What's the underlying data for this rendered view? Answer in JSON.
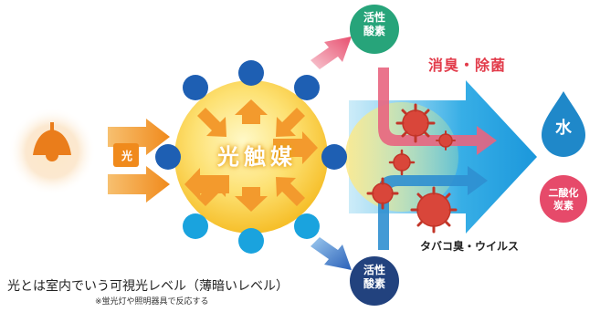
{
  "labels": {
    "light": "光",
    "catalyst": "光触媒",
    "active_oxygen_top": [
      "活性",
      "酸素"
    ],
    "active_oxygen_bottom": [
      "活性",
      "酸素"
    ],
    "deodorize": "消臭・除菌",
    "water": "水",
    "co2": [
      "二酸化",
      "炭素"
    ],
    "target": "タバコ臭・ウイルス"
  },
  "caption": {
    "main": "光とは室内でいう可視光レベル（薄暗いレベル）",
    "note": "※蛍光灯や照明器具で反応する"
  },
  "colors": {
    "orange": "#f29a2e",
    "catalyst_yellow": "#fbd53c",
    "electron_blue": "#1e5fb3",
    "electron_cyan": "#1aa3de",
    "oxygen_green": "#27a47a",
    "oxygen_navy": "#22427e",
    "pink": "#e85b78",
    "virus_red": "#d9463a",
    "water_blue": "#1f88c9",
    "co2_pink": "#e64a6a"
  }
}
